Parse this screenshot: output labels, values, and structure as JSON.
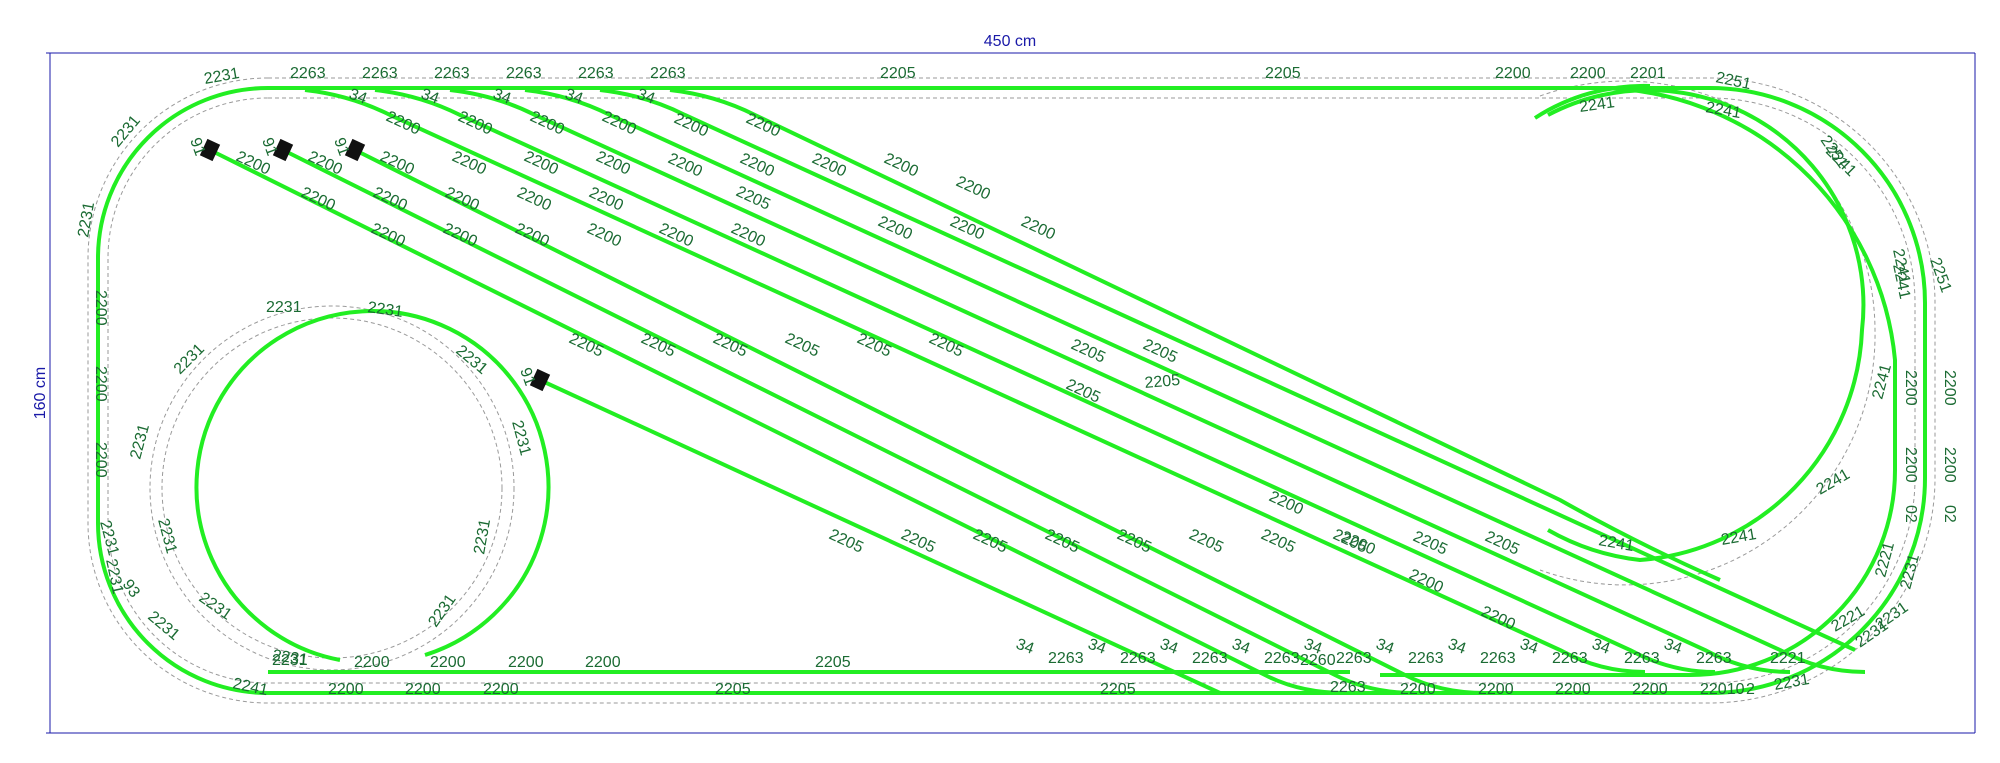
{
  "dimensions": {
    "width_label": "450 cm",
    "height_label": "160 cm"
  },
  "colors": {
    "track": "#22ee22",
    "guide": "#9a9a9a",
    "label": "#1b6b33",
    "dimension": "#1a1aa8",
    "buffer": "#111111"
  },
  "icons": {
    "buffer_stop": "buffer-stop-icon"
  },
  "labels": {
    "top_row": [
      "2231",
      "2263",
      "2263",
      "2263",
      "2263",
      "2263",
      "2263",
      "2205",
      "2205",
      "2200",
      "2200",
      "2201",
      "2251"
    ],
    "top_sub": [
      "34",
      "34",
      "34",
      "34",
      "34",
      "2241",
      "2241",
      "2251"
    ],
    "left_side": [
      "2231",
      "2231",
      "2200",
      "2200",
      "2200",
      "2231",
      "93",
      "2231",
      "2241"
    ],
    "siding_ends": [
      "91",
      "91",
      "91",
      "91"
    ],
    "diagonal_a": [
      "2200",
      "2200",
      "2200",
      "2200",
      "2200",
      "2200",
      "2200",
      "2200",
      "2200",
      "2200",
      "2200",
      "2200"
    ],
    "diagonal_b": [
      "2200",
      "2200",
      "2200",
      "2200",
      "2200",
      "2200",
      "2200",
      "2200",
      "2200",
      "2200"
    ],
    "diagonal_c": [
      "2200",
      "2200",
      "2205",
      "2200",
      "2200",
      "2200",
      "2200",
      "2200",
      "2200",
      "2200"
    ],
    "diagonal_mid": [
      "2205",
      "2205",
      "2205",
      "2205",
      "2205",
      "2205",
      "2205",
      "2205",
      "2205",
      "2205"
    ],
    "diagonal_low": [
      "2205",
      "2205",
      "2205",
      "2205",
      "2205",
      "2205",
      "2205",
      "2205",
      "2200",
      "2200",
      "2205",
      "2205",
      "2200",
      "2200"
    ],
    "inner_loop": [
      "2231",
      "2231",
      "2231",
      "2231",
      "2231",
      "2231",
      "2231",
      "2231",
      "2231",
      "2231",
      "2231",
      "2231"
    ],
    "bottom_upper": [
      "2231",
      "2200",
      "2200",
      "2200",
      "2200",
      "2205"
    ],
    "bottom_34": [
      "34",
      "34",
      "34",
      "34",
      "34",
      "34",
      "34",
      "34",
      "34",
      "34"
    ],
    "bottom_2263": [
      "2263",
      "2263",
      "2263",
      "2263",
      "2260",
      "2263",
      "2263",
      "2263",
      "2263",
      "2263",
      "2263",
      "2221",
      "2221"
    ],
    "bottom_lower": [
      "2200",
      "2200",
      "2200",
      "2205",
      "2205",
      "2263",
      "2200",
      "2200",
      "2200",
      "2200",
      "22010",
      "2",
      "2231",
      "2231"
    ],
    "right_loop": [
      "2241",
      "2241",
      "2241",
      "2241",
      "2241",
      "2241",
      "2241",
      "2251",
      "2200",
      "2200",
      "2200",
      "2200",
      "02",
      "02",
      "2221",
      "2231",
      "2231"
    ]
  }
}
